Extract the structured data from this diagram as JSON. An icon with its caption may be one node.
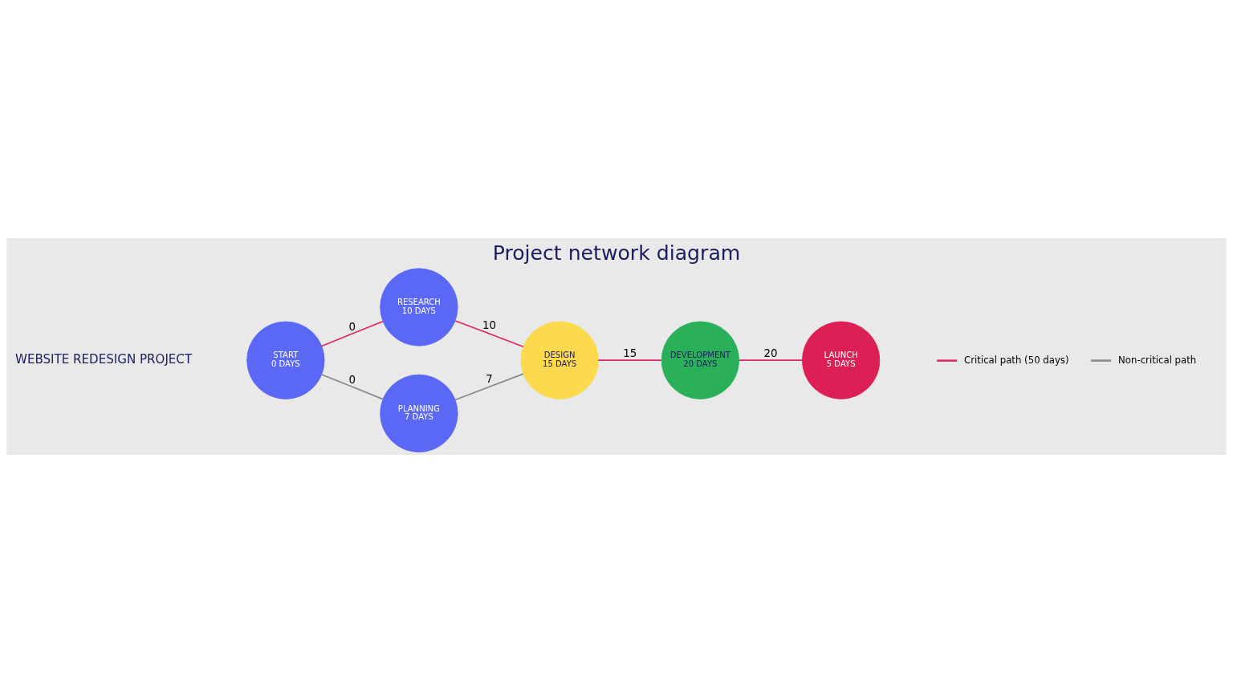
{
  "diagram": {
    "title": "Project network diagram",
    "nodes": [
      {
        "text": [
          "START",
          "0 DAYS"
        ]
      },
      {
        "text": [
          "RESEARCH",
          "10 DAYS"
        ]
      },
      {
        "text": [
          "PLANNING",
          "7 DAYS"
        ]
      },
      {
        "text": [
          "DESIGN",
          "15 DAYS"
        ]
      },
      {
        "text": [
          "DEVELOPMENT",
          "20 DAYS"
        ]
      },
      {
        "text": [
          "LAUNCH",
          "5 DAYS"
        ]
      }
    ],
    "edges": [
      {
        "from": 0,
        "to": 1,
        "arrow": "none",
        "label": "0"
      },
      {
        "from": 1,
        "to": 3,
        "arrow": "none",
        "label": "10"
      },
      {
        "from": 0,
        "to": 2,
        "arrow": "none",
        "label": "0",
        "color": "#888888"
      },
      {
        "from": 2,
        "to": 3,
        "arrow": "none",
        "label": "7",
        "color": "#888888"
      },
      {
        "from": 3,
        "to": 4,
        "arrow": "none",
        "label": "15"
      },
      {
        "from": 4,
        "to": 5,
        "arrow": "none",
        "label": "20"
      }
    ],
    "labels": [
      "WEBSITE REDESIGN PROJECT"
    ],
    "legend": [
      {
        "text": "Critical path (50 days)"
      },
      {
        "text": "Non-critical path"
      }
    ]
  }
}
